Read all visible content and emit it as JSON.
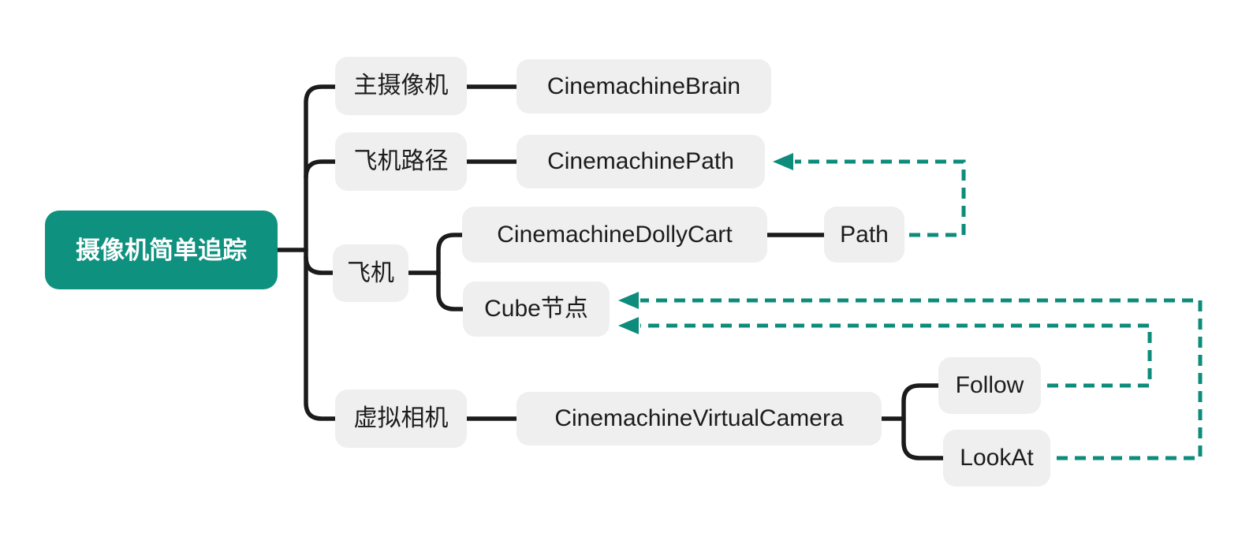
{
  "diagram": {
    "root": {
      "label": "摄像机简单追踪"
    },
    "branches": [
      {
        "label": "主摄像机",
        "children": [
          {
            "label": "CinemachineBrain"
          }
        ]
      },
      {
        "label": "飞机路径",
        "children": [
          {
            "label": "CinemachinePath"
          }
        ]
      },
      {
        "label": "飞机",
        "children": [
          {
            "label": "CinemachineDollyCart",
            "children": [
              {
                "label": "Path"
              }
            ]
          },
          {
            "label": "Cube节点"
          }
        ]
      },
      {
        "label": "虚拟相机",
        "children": [
          {
            "label": "CinemachineVirtualCamera",
            "children": [
              {
                "label": "Follow"
              },
              {
                "label": "LookAt"
              }
            ]
          }
        ]
      }
    ],
    "dashed_links": [
      {
        "from": "Path",
        "to": "CinemachinePath"
      },
      {
        "from": "Follow",
        "to": "Cube节点"
      },
      {
        "from": "LookAt",
        "to": "Cube节点"
      }
    ],
    "colors": {
      "background": "#FFFFFF",
      "root_bg": "#0F917F",
      "root_text": "#FFFFFF",
      "node_bg": "#EFEFEF",
      "node_text": "#1C1C1C",
      "tree_connector": "#1B1B1B",
      "dashed_link": "#0D8C7B"
    }
  }
}
